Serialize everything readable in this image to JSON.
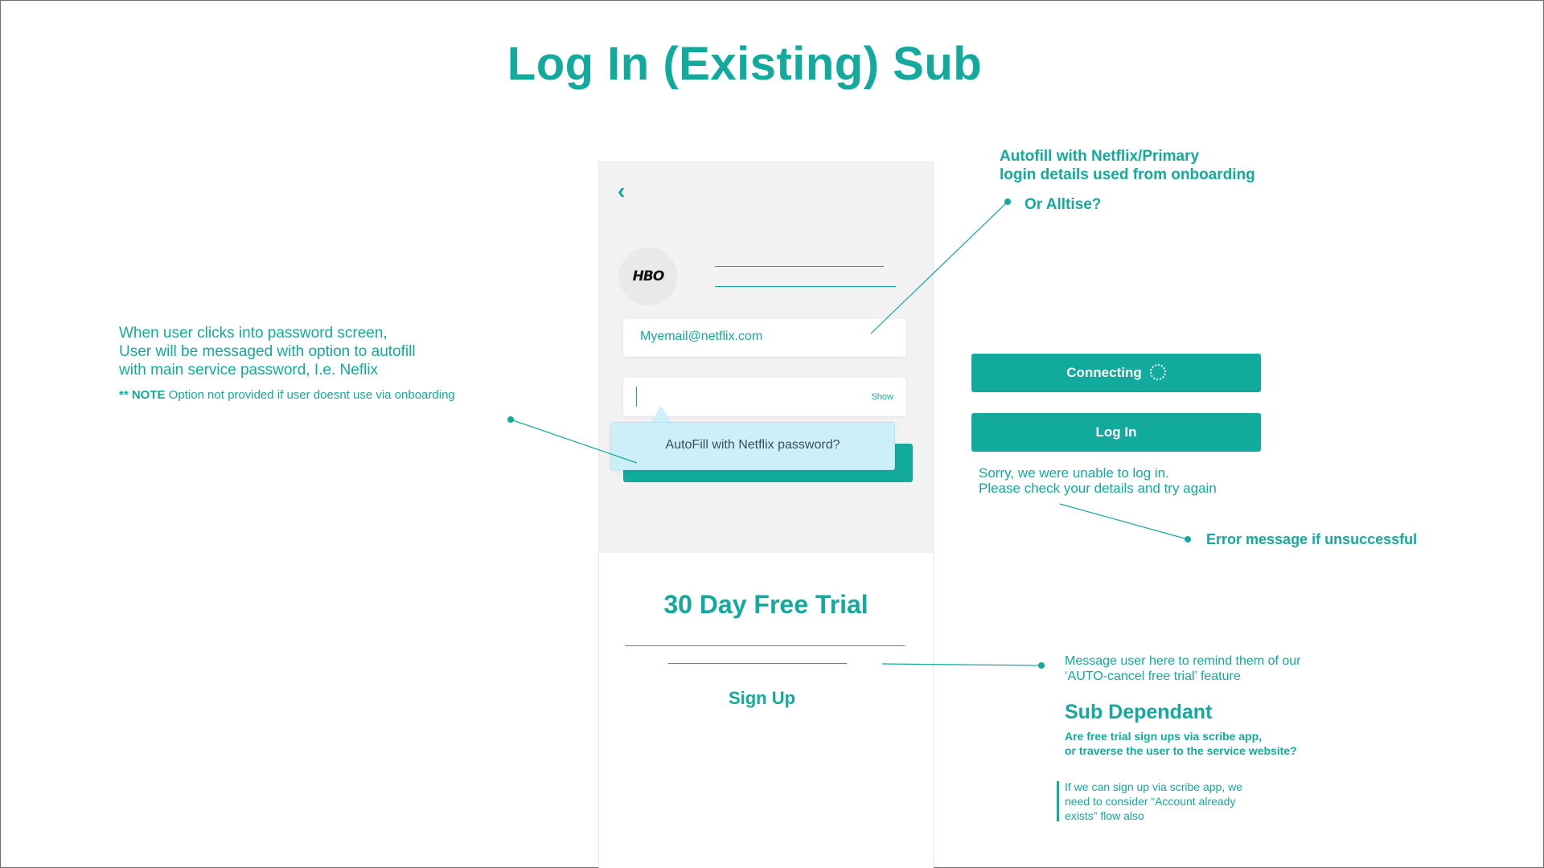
{
  "page": {
    "title": "Log In (Existing) Sub"
  },
  "phone": {
    "back_icon": "‹",
    "logo_text": "HBO",
    "email_value": "Myemail@netflix.com",
    "password_value": "",
    "show_label": "Show",
    "tooltip_text": "AutoFill with Netflix password?",
    "trial_title": "30 Day Free Trial",
    "signup_label": "Sign Up"
  },
  "annotations": {
    "password_note_lines": [
      "When user clicks into password screen,",
      "User will be messaged with option to autofill",
      "with main service password, I.e. Neflix"
    ],
    "note_prefix": "** NOTE",
    "note_text": " Option not provided if user doesnt use via onboarding",
    "autofill_lines": [
      "Autofill with Netflix/Primary",
      "login details used from onboarding"
    ],
    "alltise": "Or Alltise?",
    "connecting_label": "Connecting",
    "login_label": "Log In",
    "error_lines": [
      "Sorry, we were unable to log in.",
      "Please check your details and try again"
    ],
    "error_label": "Error message if unsuccessful",
    "remind_lines": [
      "Message user here to remind them of our",
      "‘AUTO-cancel free trial’ feature"
    ],
    "sub_dependant": "Sub Dependant",
    "sub_question_lines": [
      "Are free trial sign ups via scribe app,",
      "or traverse the user to the service website?"
    ],
    "consider_lines": [
      "If we can sign up via scribe app, we",
      "need to consider “Account already",
      "exists” flow also"
    ]
  },
  "colors": {
    "accent": "#11aa9c",
    "phone_bg": "#f2f2f2",
    "tooltip_bg": "#cdeff8"
  },
  "icons": {
    "back": "chevron-left-icon",
    "spinner": "loading-spinner-icon"
  }
}
